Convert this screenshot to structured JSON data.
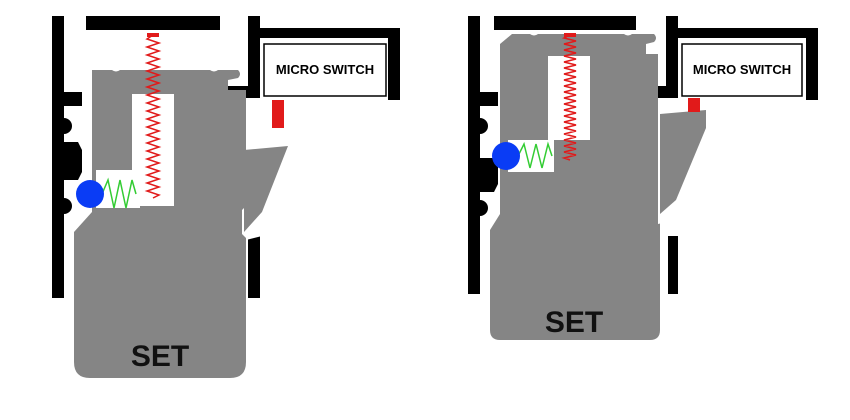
{
  "diagrams": [
    {
      "state": "released",
      "micro_switch_label": "MICRO SWITCH",
      "button_label": "SET"
    },
    {
      "state": "pressed",
      "micro_switch_label": "MICRO SWITCH",
      "button_label": "SET"
    }
  ],
  "colors": {
    "housing": "#000000",
    "plunger": "#858585",
    "coil_spring": "#e11a1a",
    "detent_spring": "#33cc33",
    "ball": "#0a3cf5",
    "switch_actuator": "#e11a1a",
    "switch_body": "#ffffff"
  }
}
